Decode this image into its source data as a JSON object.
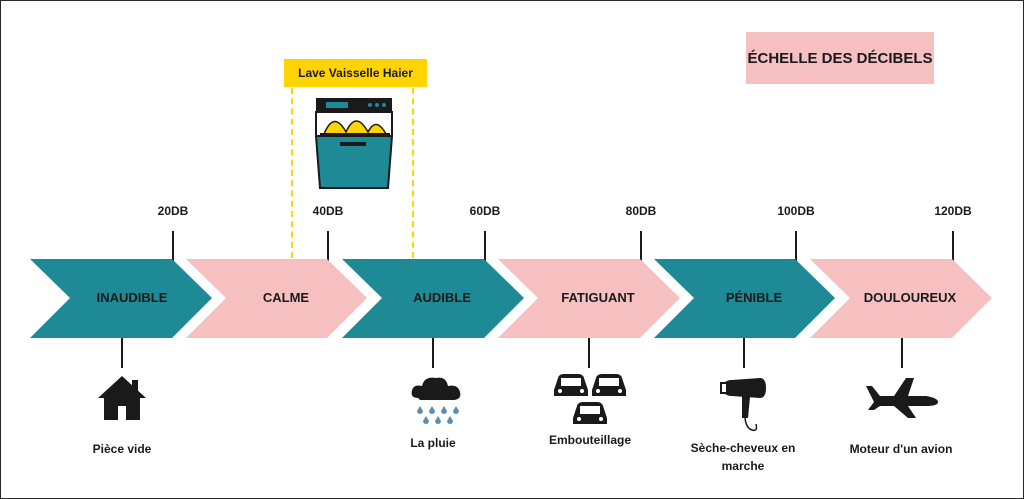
{
  "title": "ÉCHELLE DES DÉCIBELS",
  "highlight": {
    "label": "Lave Vaisselle Haier",
    "icon": "dishwasher-icon"
  },
  "ticks": [
    "20DB",
    "40DB",
    "60DB",
    "80DB",
    "100DB",
    "120DB"
  ],
  "levels": [
    "INAUDIBLE",
    "CALME",
    "AUDIBLE",
    "FATIGUANT",
    "PÉNIBLE",
    "DOULOUREUX"
  ],
  "examples": [
    {
      "label": "Pièce vide",
      "icon": "house-icon"
    },
    {
      "label": "La pluie",
      "icon": "rain-cloud-icon"
    },
    {
      "label": "Embouteillage",
      "icon": "cars-icon"
    },
    {
      "label": "Sèche-cheveux en marche",
      "icon": "hair-dryer-icon"
    },
    {
      "label": "Moteur d'un avion",
      "icon": "airplane-icon"
    }
  ],
  "colors": {
    "teal": "#1e8a95",
    "pink": "#f6c0c0",
    "yellow": "#ffd400"
  }
}
